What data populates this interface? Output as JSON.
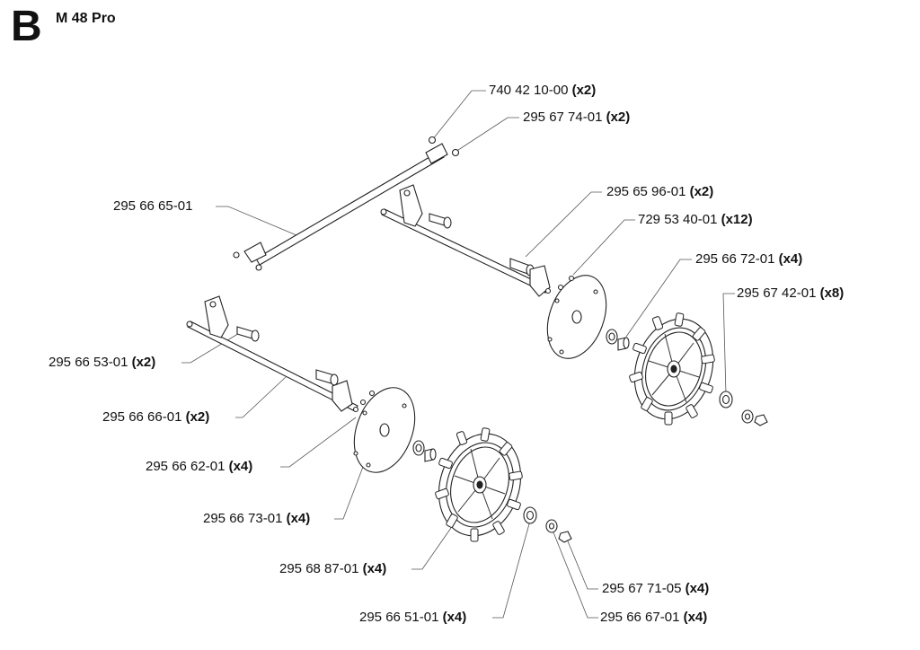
{
  "section_letter": "B",
  "model": "M 48 Pro",
  "parts": [
    {
      "id": "p1",
      "number": "740 42 10-00",
      "qty": "(x2)"
    },
    {
      "id": "p2",
      "number": "295 67 74-01",
      "qty": "(x2)"
    },
    {
      "id": "p3",
      "number": "295 66 65-01",
      "qty": ""
    },
    {
      "id": "p4",
      "number": "295 65 96-01",
      "qty": "(x2)"
    },
    {
      "id": "p5",
      "number": "729 53 40-01",
      "qty": "(x12)"
    },
    {
      "id": "p6",
      "number": "295 66 72-01",
      "qty": "(x4)"
    },
    {
      "id": "p7",
      "number": "295 67 42-01",
      "qty": "(x8)"
    },
    {
      "id": "p8",
      "number": "295 66 53-01",
      "qty": "(x2)"
    },
    {
      "id": "p9",
      "number": "295 66 66-01",
      "qty": "(x2)"
    },
    {
      "id": "p10",
      "number": "295 66 62-01",
      "qty": "(x4)"
    },
    {
      "id": "p11",
      "number": "295 66 73-01",
      "qty": "(x4)"
    },
    {
      "id": "p12",
      "number": "295 68 87-01",
      "qty": "(x4)"
    },
    {
      "id": "p13",
      "number": "295 67 71-05",
      "qty": "(x4)"
    },
    {
      "id": "p14",
      "number": "295 66 51-01",
      "qty": "(x4)"
    },
    {
      "id": "p15",
      "number": "295 66 67-01",
      "qty": "(x4)"
    }
  ]
}
